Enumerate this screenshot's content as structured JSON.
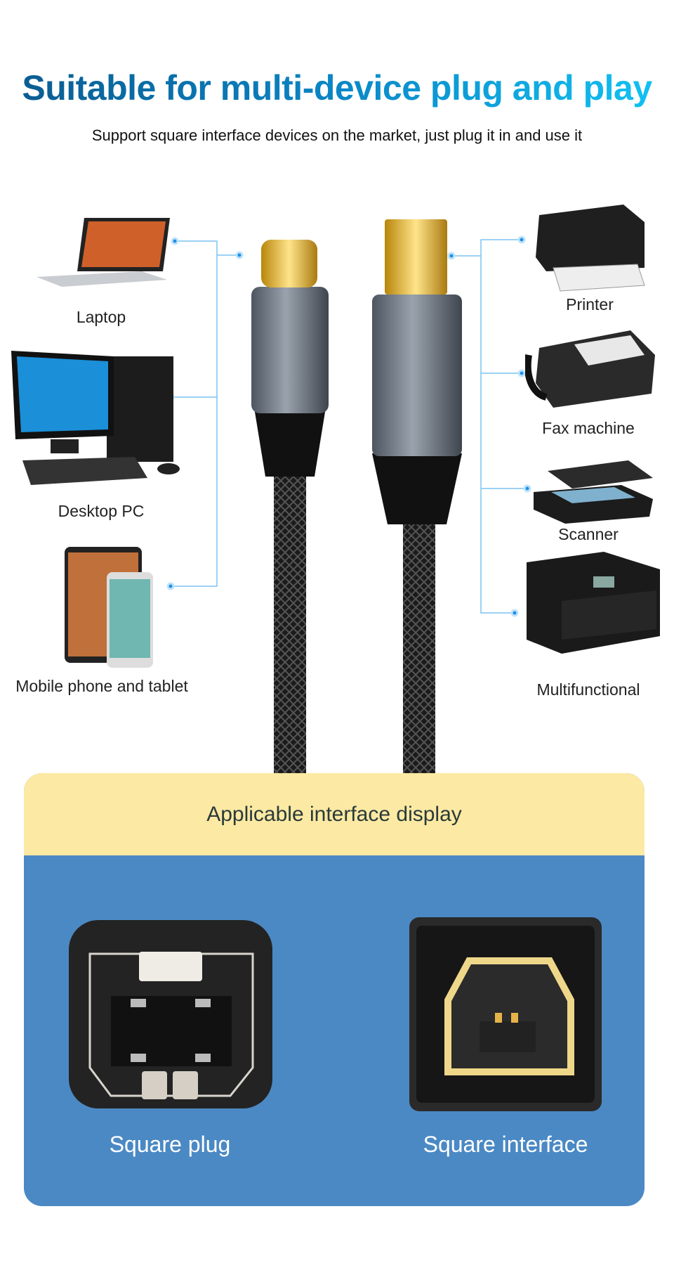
{
  "header": {
    "title": "Suitable for multi-device plug and play",
    "subtitle": "Support square interface devices on the market, just plug it in and use it"
  },
  "left_devices": [
    {
      "label": "Laptop",
      "icon": "laptop-icon"
    },
    {
      "label": "Desktop PC",
      "icon": "desktop-pc-icon"
    },
    {
      "label": "Mobile phone and tablet",
      "icon": "phone-tablet-icon"
    }
  ],
  "right_devices": [
    {
      "label": "Printer",
      "icon": "printer-icon"
    },
    {
      "label": "Fax machine",
      "icon": "fax-icon"
    },
    {
      "label": "Scanner",
      "icon": "scanner-icon"
    },
    {
      "label": "Multifunctional",
      "icon": "multifunction-printer-icon"
    }
  ],
  "interface_panel": {
    "title": "Applicable interface display",
    "items": [
      {
        "label": "Square plug"
      },
      {
        "label": "Square interface"
      }
    ]
  },
  "colors": {
    "accent": "#0a86c6",
    "panel_blue": "#4b89c4",
    "panel_yellow": "#fce9a3",
    "connector_line": "#5ab6ef"
  }
}
